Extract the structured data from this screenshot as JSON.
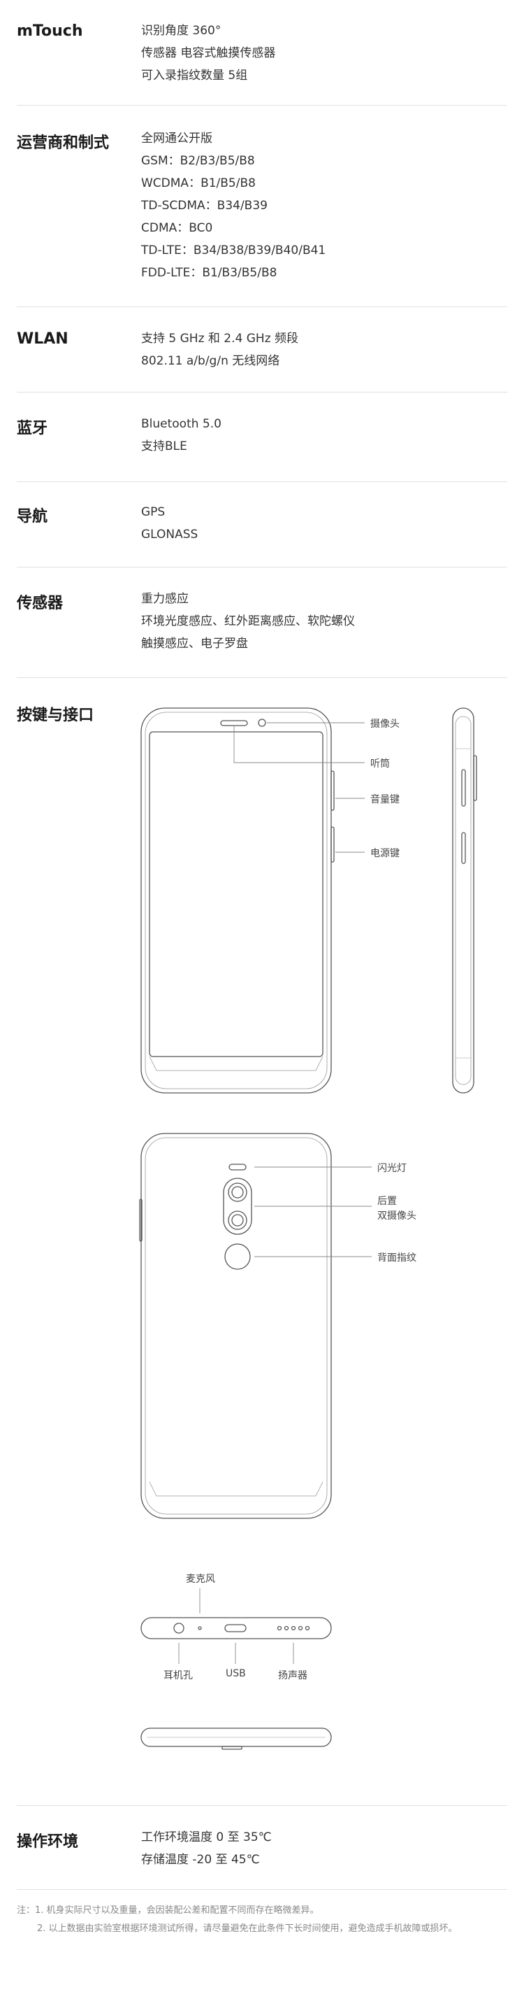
{
  "sections": {
    "mtouch": {
      "label": "mTouch",
      "lines": [
        "识别角度 360°",
        "传感器 电容式触摸传感器",
        "可入录指纹数量 5组"
      ]
    },
    "network": {
      "label": "运营商和制式",
      "lines": [
        "全网通公开版",
        "GSM：B2/B3/B5/B8",
        "WCDMA：B1/B5/B8",
        "TD-SCDMA：B34/B39",
        "CDMA：BC0",
        "TD-LTE：B34/B38/B39/B40/B41",
        "FDD-LTE：B1/B3/B5/B8"
      ]
    },
    "wlan": {
      "label": "WLAN",
      "lines": [
        "支持 5 GHz 和 2.4 GHz 频段",
        "802.11 a/b/g/n 无线网络"
      ]
    },
    "bluetooth": {
      "label": "蓝牙",
      "lines": [
        "Bluetooth 5.0",
        "支持BLE"
      ]
    },
    "navigation": {
      "label": "导航",
      "lines": [
        "GPS",
        "GLONASS"
      ]
    },
    "sensors": {
      "label": "传感器",
      "lines": [
        "重力感应",
        "环境光度感应、红外距离感应、软陀螺仪",
        "触摸感应、电子罗盘"
      ]
    },
    "buttons": {
      "label": "按键与接口"
    },
    "environment": {
      "label": "操作环境",
      "lines": [
        "工作环境温度 0 至 35℃",
        "存储温度 -20 至 45℃"
      ]
    }
  },
  "callouts": {
    "camera": "摄像头",
    "earpiece": "听筒",
    "volume_key": "音量键",
    "power_key": "电源键",
    "flash": "闪光灯",
    "rear_camera_1": "后置",
    "rear_camera_2": "双摄像头",
    "rear_fingerprint": "背面指纹",
    "microphone": "麦克风",
    "headphone_jack": "耳机孔",
    "usb": "USB",
    "speaker": "扬声器"
  },
  "notes": {
    "note1": "注：1. 机身实际尺寸以及重量，会因装配公差和配置不同而存在略微差异。",
    "note2": "2. 以上数据由实验室根据环境测试所得，请尽量避免在此条件下长时间使用，避免造成手机故障或损坏。"
  }
}
